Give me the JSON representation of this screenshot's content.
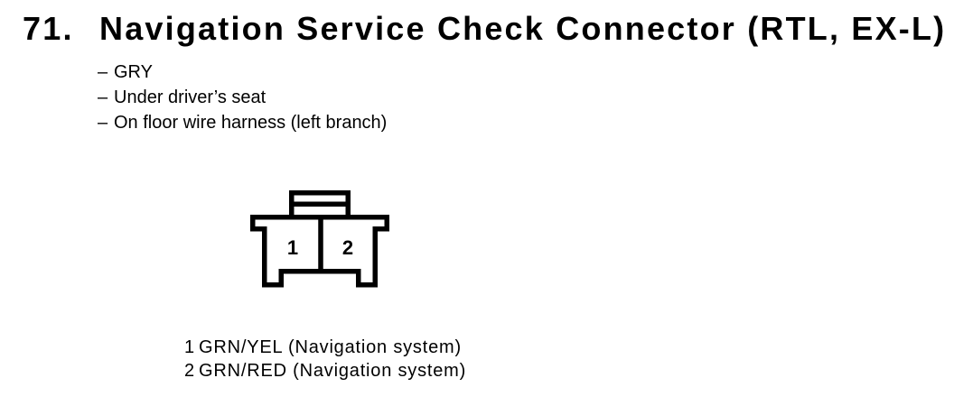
{
  "page": {
    "background": "#ffffff",
    "ink": "#000000"
  },
  "section": {
    "number": "71.",
    "title": "Navigation Service Check Connector (RTL, EX-L)"
  },
  "details": {
    "bullet": "–",
    "items": [
      "GRY",
      "Under driver’s seat",
      "On floor wire harness (left branch)"
    ]
  },
  "connector": {
    "type": "2-cavity-connector-front-view-with-top-latch",
    "pins": [
      {
        "number": "1",
        "wire": "GRN/YEL (Navigation system)"
      },
      {
        "number": "2",
        "wire": "GRN/RED (Navigation system)"
      }
    ]
  }
}
